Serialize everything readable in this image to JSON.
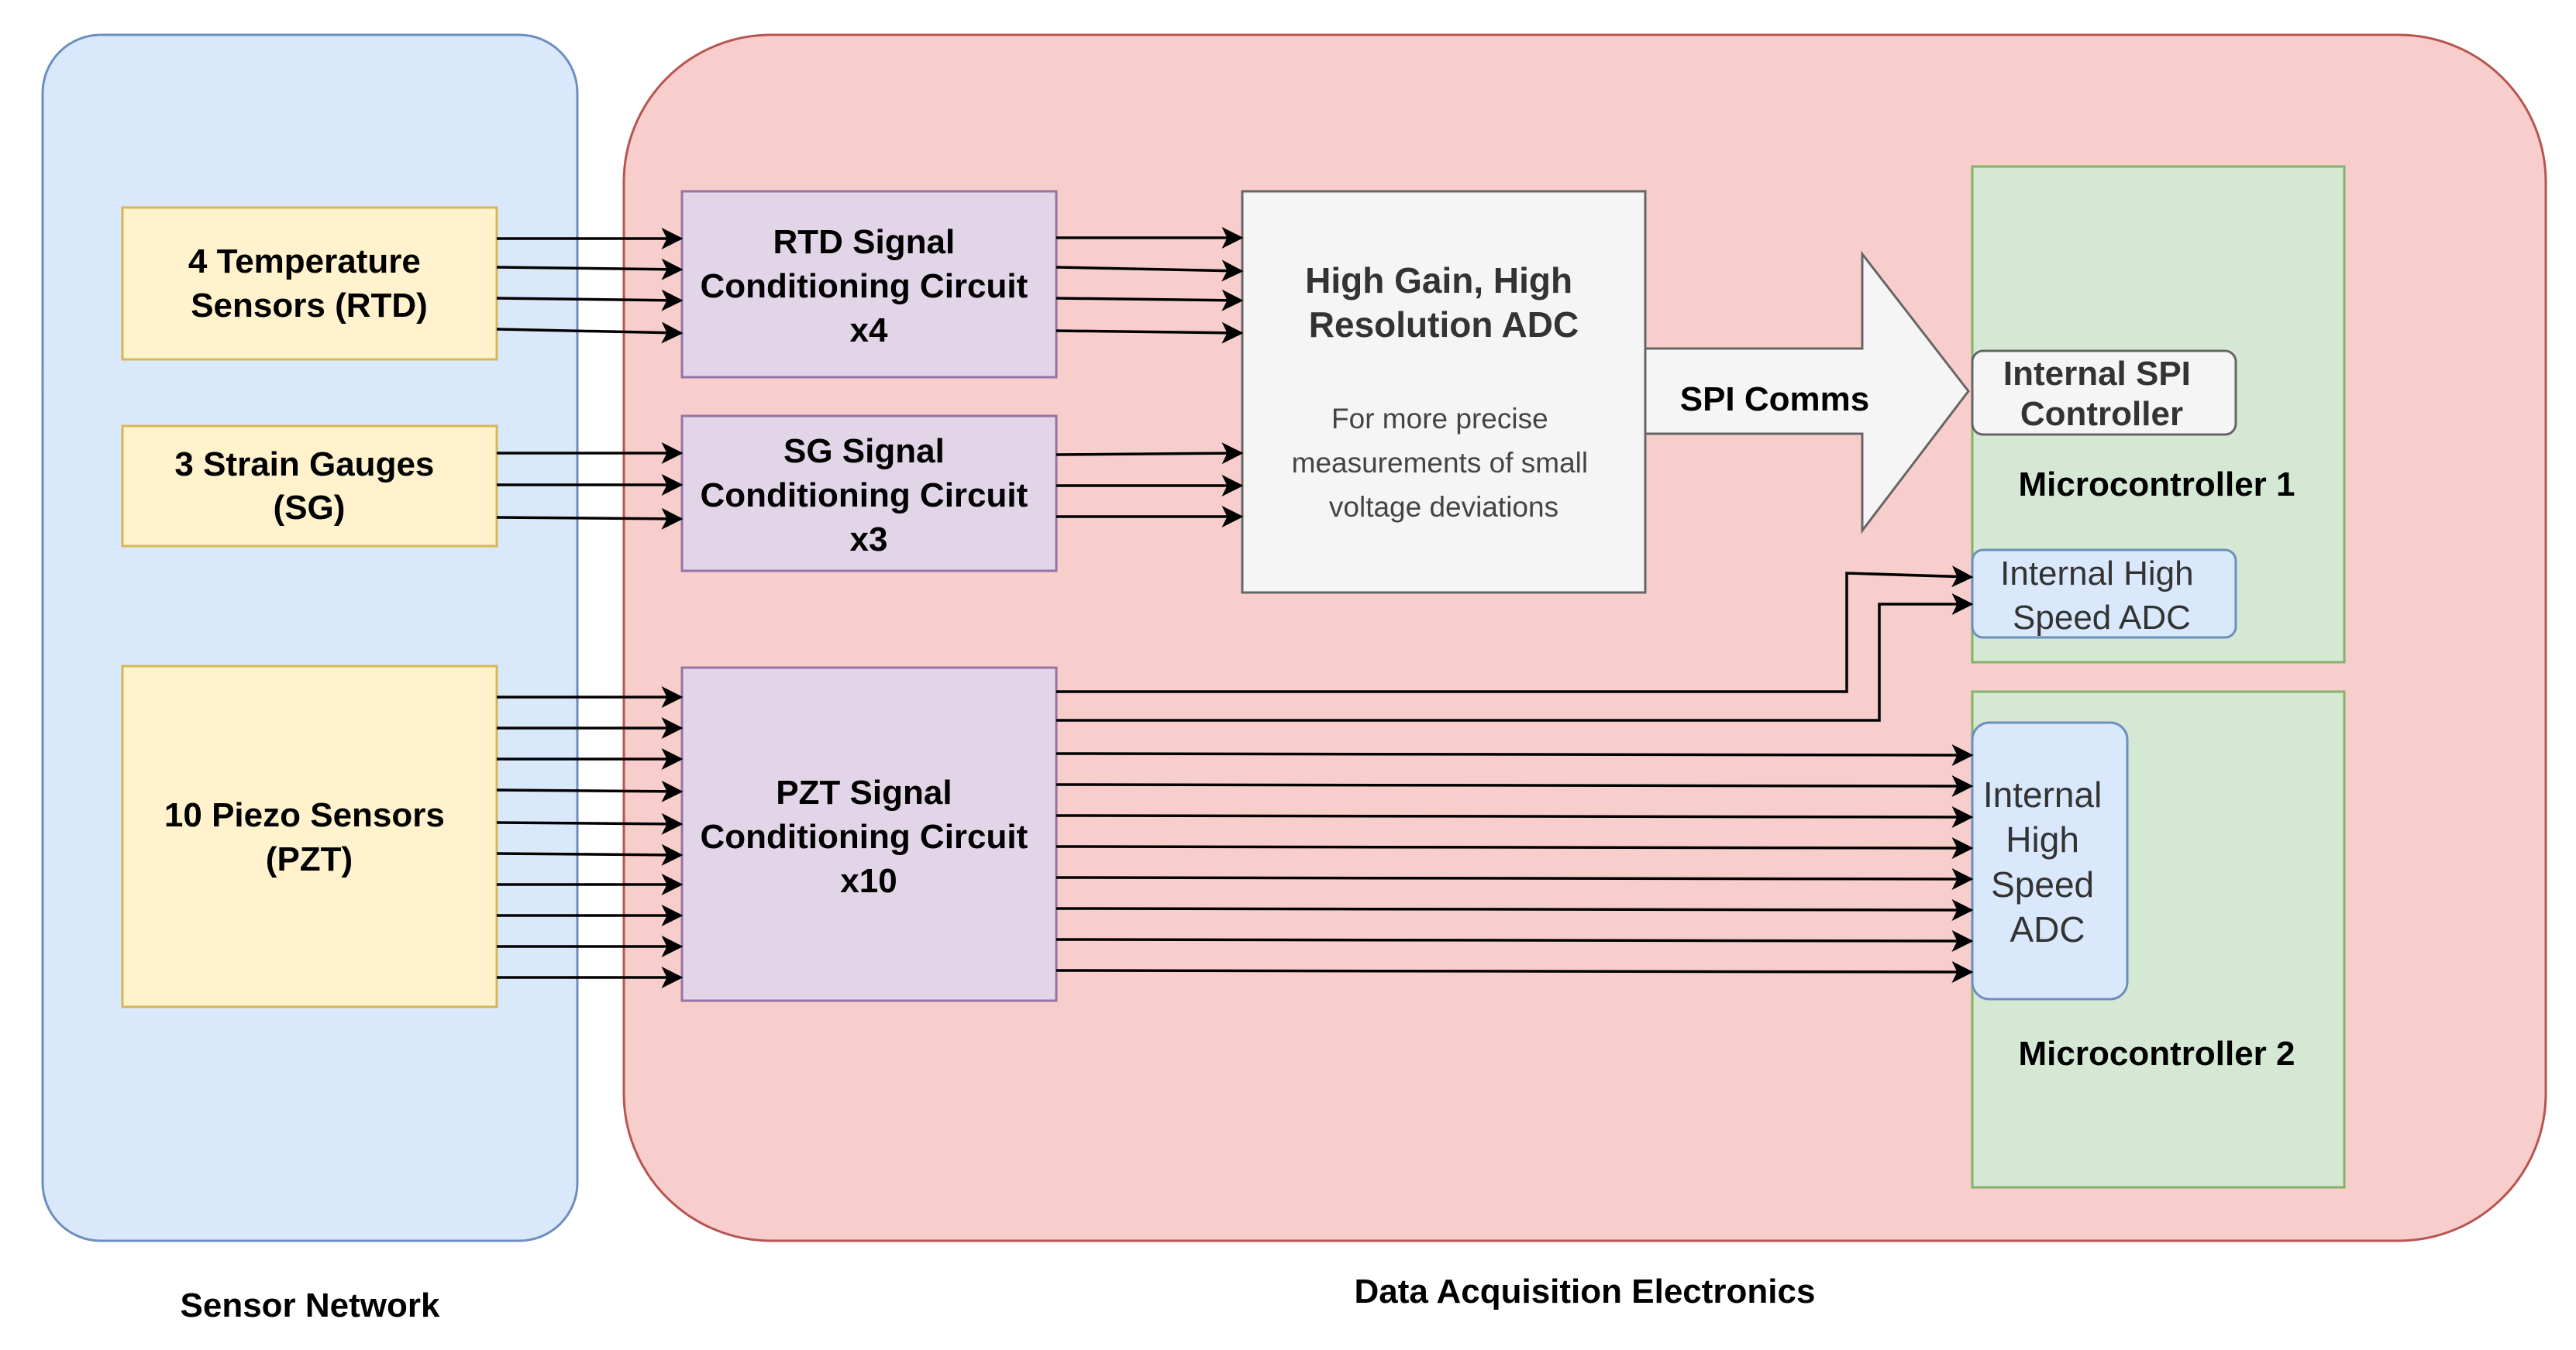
{
  "groups": {
    "sensor_network": "Sensor Network",
    "daq": "Data Acquisition Electronics"
  },
  "sensors": {
    "rtd": [
      "4 Temperature",
      "Sensors (RTD)"
    ],
    "sg": [
      "3 Strain Gauges",
      "(SG)"
    ],
    "pzt": [
      "10 Piezo Sensors",
      "(PZT)"
    ]
  },
  "conditioning": {
    "rtd": [
      "RTD Signal",
      "Conditioning Circuit",
      "x4"
    ],
    "sg": [
      "SG Signal",
      "Conditioning Circuit",
      "x3"
    ],
    "pzt": [
      "PZT Signal",
      "Conditioning Circuit",
      "x10"
    ]
  },
  "adc": {
    "title": [
      "High Gain, High",
      "Resolution ADC"
    ],
    "note": [
      "For more precise",
      "measurements of small",
      "voltage deviations"
    ]
  },
  "spi_label": "SPI Comms",
  "mcu1": {
    "title": "Microcontroller 1",
    "spi": [
      "Internal SPI",
      "Controller"
    ],
    "adc": [
      "Internal High",
      "Speed ADC"
    ]
  },
  "mcu2": {
    "title": "Microcontroller 2",
    "adc": [
      "Internal",
      "High",
      "Speed",
      "ADC"
    ]
  },
  "colors": {
    "sensor_bg": "#dae8fc",
    "sensor_border": "#6c8ebf",
    "daq_bg": "#f8cecc",
    "daq_border": "#b85450",
    "sensor_box_bg": "#fff2cc",
    "sensor_box_border": "#d6b656",
    "cond_bg": "#e1d5e7",
    "cond_border": "#9673a6",
    "adc_bg": "#f5f5f5",
    "adc_border": "#666666",
    "mcu_bg": "#d5e8d4",
    "mcu_border": "#82b366"
  }
}
